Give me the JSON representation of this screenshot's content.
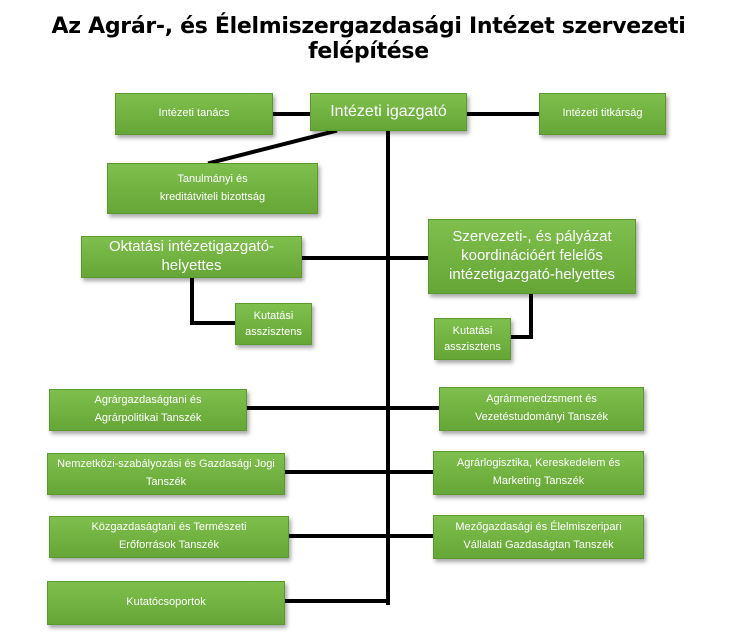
{
  "title": "Az Agrár-, és Élelmiszergazdasági Intézet szervezeti felépítése",
  "nodes": {
    "director": "Intézeti igazgató",
    "council": "Intézeti tanács",
    "secretariat": "Intézeti titkárság",
    "study_committee": "Tanulmányi és kreditátviteli bizottság",
    "deputy_edu": "Oktatási intézetigazgató-helyettes",
    "deputy_org": "Szervezeti-, és pályázat koordinációért felelős intézetigazgató-helyettes",
    "assistant_left": "Kutatási asszisztens",
    "assistant_right": "Kutatási asszisztens",
    "dept_l1": "Agrárgazdaságtani és Agrárpolitikai Tanszék",
    "dept_l2": "Nemzetközi-szabályozási és Gazdasági Jogi Tanszék",
    "dept_l3": "Közgazdaságtani és Természeti Erőforrások Tanszék",
    "research_groups": "Kutatócsoportok",
    "dept_r1": "Agrármenedzsment és Vezetéstudományi Tanszék",
    "dept_r2": "Agrárlogisztika, Kereskedelem és Marketing Tanszék",
    "dept_r3": "Mezőgazdasági és Élelmiszeripari Vállalati Gazdaságtan Tanszék"
  },
  "colors": {
    "box_fill": "#72b143",
    "box_border": "#5a9a2e",
    "connector": "#000000"
  }
}
